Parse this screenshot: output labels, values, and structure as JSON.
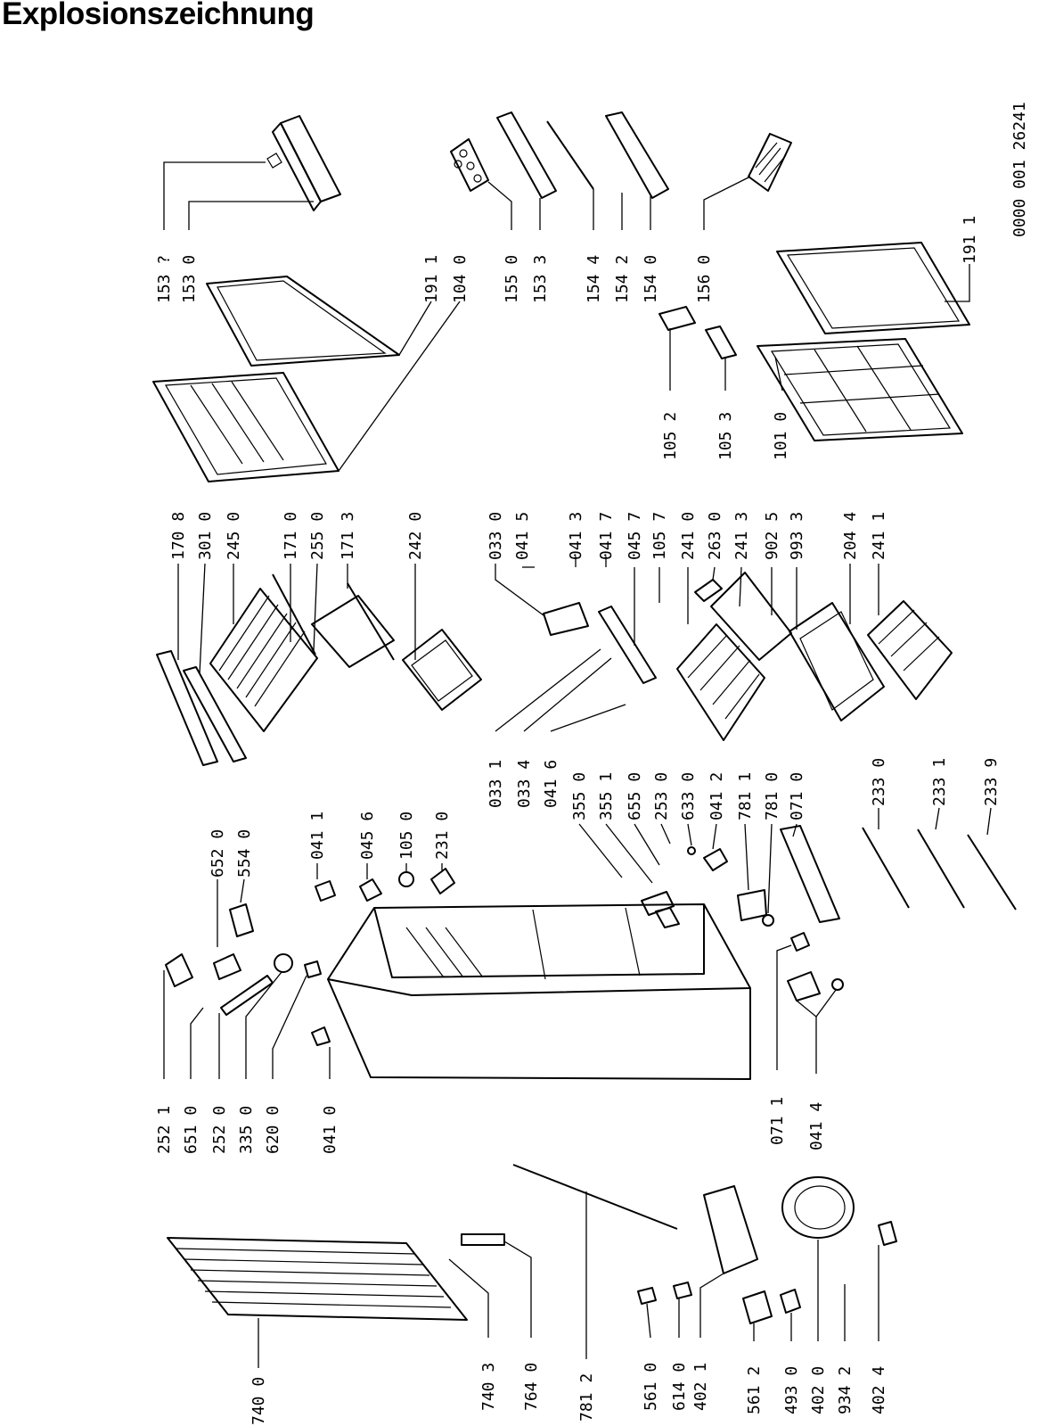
{
  "title": "Explosionszeichnung",
  "doc_number": "0000 001 26241",
  "part_labels": [
    "153 ?",
    "153 0",
    "191 1",
    "104 0",
    "155 0",
    "153 3",
    "154 4",
    "154 2",
    "154 0",
    "156 0",
    "191 1",
    "105 2",
    "105 3",
    "101 0",
    "170 8",
    "301 0",
    "245 0",
    "171 0",
    "255 0",
    "171 3",
    "242 0",
    "033 0",
    "041 5",
    "041 3",
    "041 7",
    "045 7",
    "105 7",
    "241 0",
    "263 0",
    "241 3",
    "902 5",
    "993 3",
    "204 4",
    "241 1",
    "033 1",
    "033 4",
    "041 6",
    "355 0",
    "355 1",
    "655 0",
    "253 0",
    "633 0",
    "041 2",
    "781 1",
    "781 0",
    "071 0",
    "233 0",
    "233 1",
    "233 9",
    "652 0",
    "554 0",
    "041 1",
    "045 6",
    "105 0",
    "231 0",
    "252 1",
    "651 0",
    "252 0",
    "335 0",
    "620 0",
    "041 0",
    "071 1",
    "041 4",
    "740 0",
    "740 3",
    "764 0",
    "781 2",
    "561 0",
    "614 0",
    "402 1",
    "561 2",
    "493 0",
    "402 0",
    "934 2",
    "402 4"
  ]
}
